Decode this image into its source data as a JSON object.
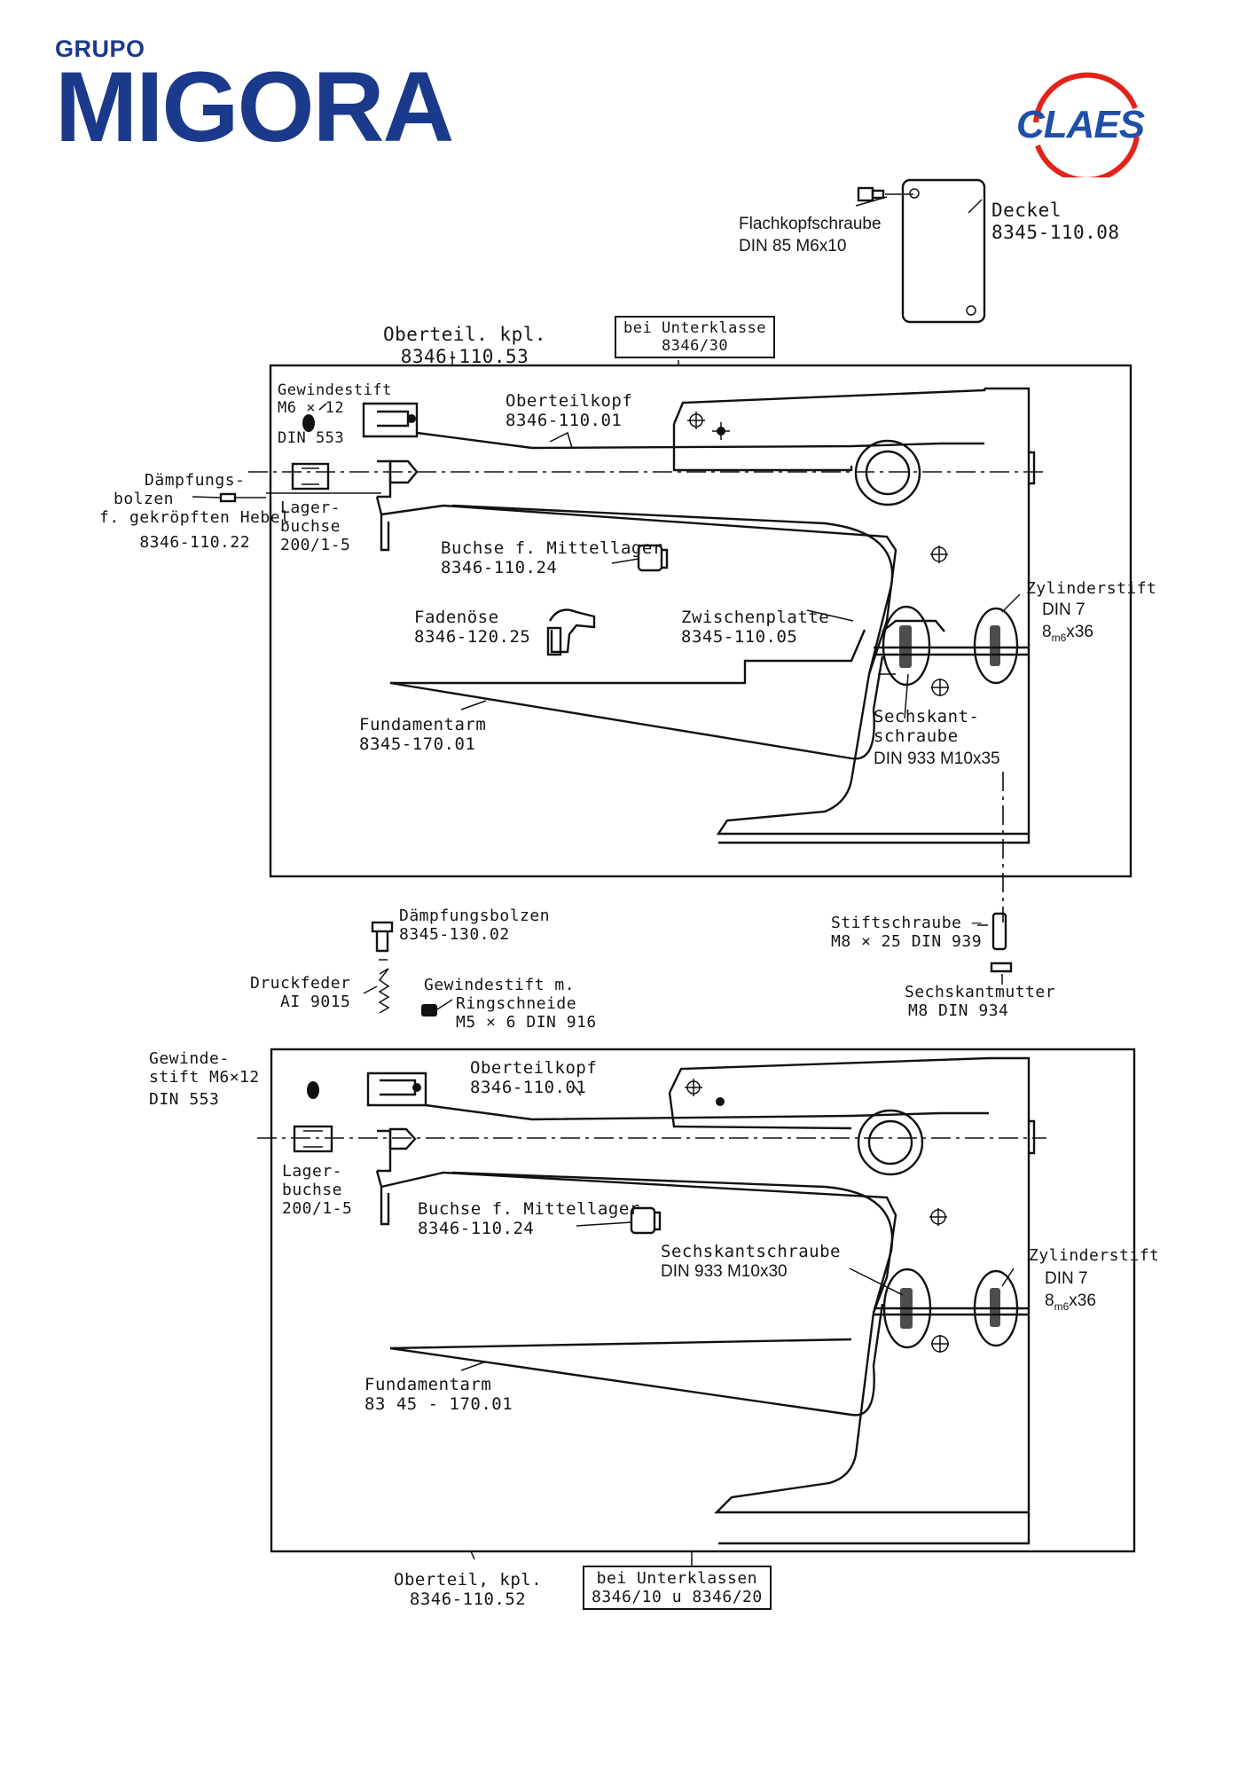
{
  "header": {
    "logo_left": {
      "top_text": "GRUPO",
      "main_text": "MIGORA",
      "color": "#1b3a8c"
    },
    "logo_right": {
      "text": "CLAES",
      "text_color": "#1f4fa8",
      "ring_color": "#e2231a"
    }
  },
  "top_labels": {
    "flachkopf": {
      "name": "Flachkopfschraube",
      "spec": "DIN 85 M6x10"
    },
    "deckel": {
      "name": "Deckel",
      "part": "8345-110.08"
    },
    "oberteil_kpl": {
      "name": "Oberteil. kpl.",
      "part": "8346-110.53"
    },
    "unterklasse": {
      "line1": "bei Unterklasse",
      "line2": "8346/30"
    }
  },
  "upper_assembly": {
    "gewindestift": {
      "line1": "Gewindestift",
      "line2": "M6 × 12",
      "line3": "DIN 553"
    },
    "daempfung": {
      "line1": "Dämpfungs-",
      "line2": "bolzen",
      "line3": "f. gekröpften Hebel",
      "line4": "8346-110.22"
    },
    "lagerbuchse": {
      "line1": "Lager-",
      "line2": "buchse",
      "line3": "200/1-5"
    },
    "oberteilkopf": {
      "name": "Oberteilkopf",
      "part": "8346-110.01"
    },
    "buchse": {
      "name": "Buchse f. Mittellager",
      "part": "8346-110.24"
    },
    "fadenoese": {
      "name": "Fadenöse",
      "part": "8346-120.25"
    },
    "zwischenplatte": {
      "name": "Zwischenplatte",
      "part": "8345-110.05"
    },
    "zylinderstift": {
      "name": "Zylinderstift",
      "spec1": "DIN 7",
      "spec2_main": "8",
      "spec2_sub": "m6",
      "spec2_tail": "x36"
    },
    "sechskant": {
      "line1": "Sechskant-",
      "line2": "schraube",
      "spec": "DIN 933 M10x35"
    },
    "fundamentarm": {
      "name": "Fundamentarm",
      "part": "8345-170.01"
    }
  },
  "middle_parts": {
    "daempfungsbolzen": {
      "name": "Dämpfungsbolzen",
      "part": "8345-130.02"
    },
    "druckfeder": {
      "name": "Druckfeder",
      "part": "AI 9015"
    },
    "gewindestift_ring": {
      "line1": "Gewindestift m.",
      "line2": "Ringschneide",
      "line3": "M5 × 6 DIN 916"
    },
    "stiftschraube": {
      "line1": "Stiftschraube –",
      "line2": "M8 × 25 DIN 939"
    },
    "sechskantmutter": {
      "line1": "Sechskantmutter",
      "line2": "M8 DIN 934"
    }
  },
  "lower_assembly": {
    "gewindestift": {
      "line1": "Gewinde-",
      "line2": "stift M6×12",
      "line3": "DIN 553"
    },
    "oberteilkopf": {
      "name": "Oberteilkopf",
      "part": "8346-110.01"
    },
    "lagerbuchse": {
      "line1": "Lager-",
      "line2": "buchse",
      "line3": "200/1-5"
    },
    "buchse": {
      "name": "Buchse f. Mittellager",
      "part": "8346-110.24"
    },
    "sechskant": {
      "name": "Sechskantschraube",
      "spec": "DIN 933 M10x30"
    },
    "zylinderstift": {
      "name": "Zylinderstift",
      "spec1": "DIN 7",
      "spec2_main": "8",
      "spec2_sub": "m6",
      "spec2_tail": "x36"
    },
    "fundamentarm": {
      "name": "Fundamentarm",
      "part": "83 45 - 170.01"
    }
  },
  "bottom_labels": {
    "oberteil_kpl": {
      "name": "Oberteil, kpl.",
      "part": "8346-110.52"
    },
    "unterklassen": {
      "line1": "bei Unterklassen",
      "line2": "8346/10 u 8346/20"
    }
  }
}
